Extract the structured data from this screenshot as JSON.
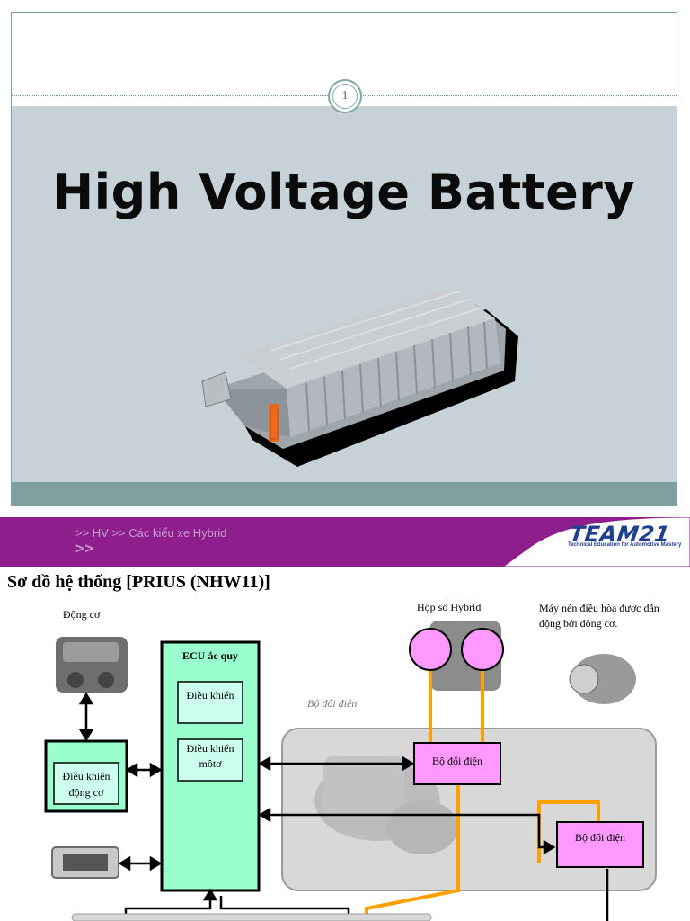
{
  "slide1": {
    "page_number": "1",
    "title": "High Voltage Battery"
  },
  "slide2": {
    "breadcrumb": ">> HV >> Các kiểu xe Hybrid",
    "breadcrumb_sub": ">>",
    "logo": {
      "name": "TEAM21",
      "tagline": "Technical Education for Automotive Mastery"
    },
    "title": "Sơ đồ hệ thống [PRIUS (NHW11)]",
    "diagram": {
      "engine_label": "Động cơ",
      "engine_control": "Điều khiển động cơ",
      "ecu_title": "ECU ắc quy",
      "ecu_control": "Điều khiển",
      "ecu_motor_control": "Điều khiển môtơ",
      "hybrid_transmission_label": "Hộp số Hybrid",
      "ac_compressor_label": "Máy nén điều hòa được dẫn động bởi động cơ.",
      "inverter_area_label": "Bộ đổi điện",
      "inverter_1": "Bộ đổi điện",
      "inverter_2": "Bộ đổi điện"
    }
  },
  "colors": {
    "slide_bg": "#c6d2d8",
    "slide_bar": "#7f9fa0",
    "header_purple": "#8e1e8c",
    "ecu_green": "#99ffcc",
    "inverter_pink": "#ff99ff",
    "power_line_orange": "#ffa000",
    "logo_blue": "#1f3f91"
  }
}
